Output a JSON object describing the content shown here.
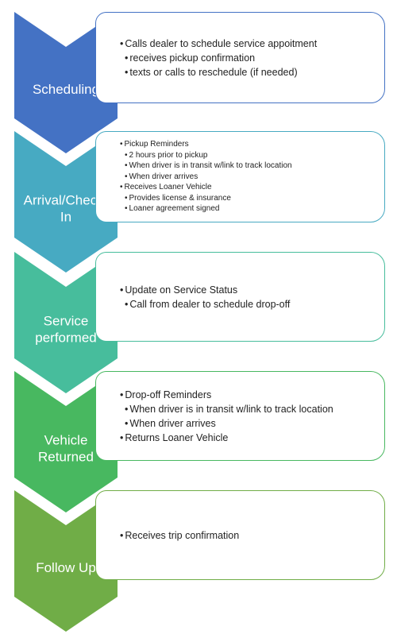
{
  "colors": {
    "scheduling": "#4472c4",
    "arrival": "#47aac2",
    "service": "#47bd9c",
    "returned": "#48b860",
    "followup": "#70ad47"
  },
  "steps": [
    {
      "label": [
        "Scheduling"
      ],
      "items": [
        {
          "text": "Calls dealer to schedule service appoitment",
          "level": 0
        },
        {
          "text": "receives pickup confirmation",
          "level": 1
        },
        {
          "text": "texts or calls to reschedule (if needed)",
          "level": 1
        }
      ]
    },
    {
      "label": [
        "Arrival/Check-",
        "In"
      ],
      "items": [
        {
          "text": "Pickup Reminders",
          "level": 0
        },
        {
          "text": "2 hours prior to pickup",
          "level": 1
        },
        {
          "text": "When driver is in transit w/link to track location",
          "level": 1
        },
        {
          "text": "When driver arrives",
          "level": 1
        },
        {
          "text": "Receives  Loaner Vehicle",
          "level": 0
        },
        {
          "text": "Provides license & insurance",
          "level": 1
        },
        {
          "text": "Loaner agreement  signed",
          "level": 1
        }
      ]
    },
    {
      "label": [
        "Service",
        "performed"
      ],
      "items": [
        {
          "text": "Update on Service Status",
          "level": 0
        },
        {
          "text": "Call from dealer to schedule drop-off",
          "level": 1
        }
      ]
    },
    {
      "label": [
        "Vehicle",
        "Returned"
      ],
      "items": [
        {
          "text": "Drop-off Reminders",
          "level": 0
        },
        {
          "text": "When driver is in transit w/link to track location",
          "level": 1
        },
        {
          "text": "When driver arrives",
          "level": 1
        },
        {
          "text": "Returns Loaner Vehicle",
          "level": 0
        }
      ]
    },
    {
      "label": [
        "Follow Up"
      ],
      "items": [
        {
          "text": "Receives trip confirmation",
          "level": 0
        }
      ]
    }
  ]
}
